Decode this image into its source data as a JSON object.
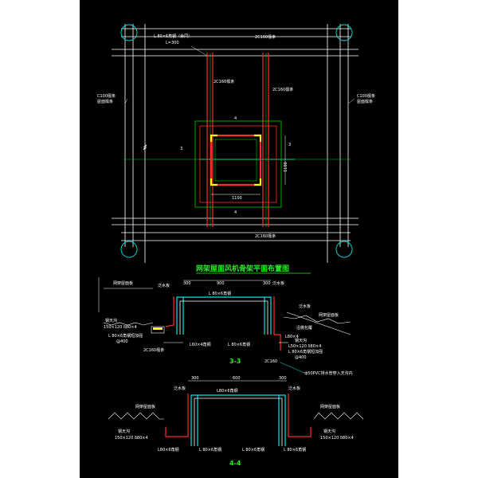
{
  "colors": {
    "background": "#000000",
    "margin": "#ffffff",
    "frame": "#ffffff",
    "member_white": "#ffffff",
    "member_red": "#ff2a2a",
    "member_green": "#00cc00",
    "member_cyan": "#00e5e5",
    "member_yellow": "#ffff00",
    "title_green": "#22ee22",
    "dim": "#ffffff"
  },
  "plan": {
    "title": "网架屋面风机骨架平面布置图",
    "labels": {
      "angle_top": "L 80×6角钢（余同）",
      "angle_top_sub": "L=300",
      "purlin_top": "2C160檩条",
      "purlin_bottom": "2C160檩条",
      "c100_left": "C100檩条",
      "c100_left_2": "屋面檩条",
      "c100_right": "C100檩条",
      "c100_right_2": "屋面檩条",
      "ch1": "2C160檩条",
      "ch2": "2C160檩条",
      "mark_3a": "3",
      "mark_3b": "3",
      "mark_4a": "4",
      "mark_4b": "4",
      "dim_w": "1100",
      "dim_h": "1100"
    }
  },
  "sec33": {
    "title": "3-3",
    "labels": {
      "d300a": "300",
      "d900": "900",
      "d300b": "300",
      "roof_panel": "网架屋面板",
      "flash_l": "泛水板",
      "flash_r": "泛水板",
      "angle_beam": "L 80×6角钢",
      "angle_l1": "L60×4角钢",
      "angle_l2": "L 80×6角钢",
      "gutter": "钢天沟",
      "gutter_dim": "150×120 δ80×4",
      "angle_bracket": "L 80×6角钢短加强",
      "angle_bracket_2": "@400",
      "purlin_l": "2C160檩条",
      "purlin_r": "2C160",
      "flash_r2": "泛水板",
      "roof_r": "网架屋面板",
      "fold": "沿檐包覆",
      "angle_r": "L80×4",
      "gutter_r": "钢天沟",
      "angle_r2": "L50×120 δ80×4",
      "angle_r3": "L 80×6角钢短加强",
      "angle_r4": "@400",
      "note": "ф50PVC排水管穿入天沟内"
    }
  },
  "sec44": {
    "title": "4-4",
    "labels": {
      "d600": "600",
      "d300a": "300",
      "d300b": "300",
      "flash_l": "泛水板",
      "flash_r": "泛水板",
      "angle_top": "L80×6角钢",
      "roof_l": "网架屋面板",
      "roof_r": "网架屋面板",
      "gutter_l": "钢天沟",
      "gutter_l_dim": "150×120 δ80×4",
      "gutter_r": "钢天沟",
      "gutter_r_dim": "150×120 δ80×4",
      "angle_b1": "L80×6角钢",
      "angle_b2": "L 80×6角钢",
      "angle_b3": "L 80×6角钢",
      "angle_b4": "L 80×6角钢"
    }
  }
}
